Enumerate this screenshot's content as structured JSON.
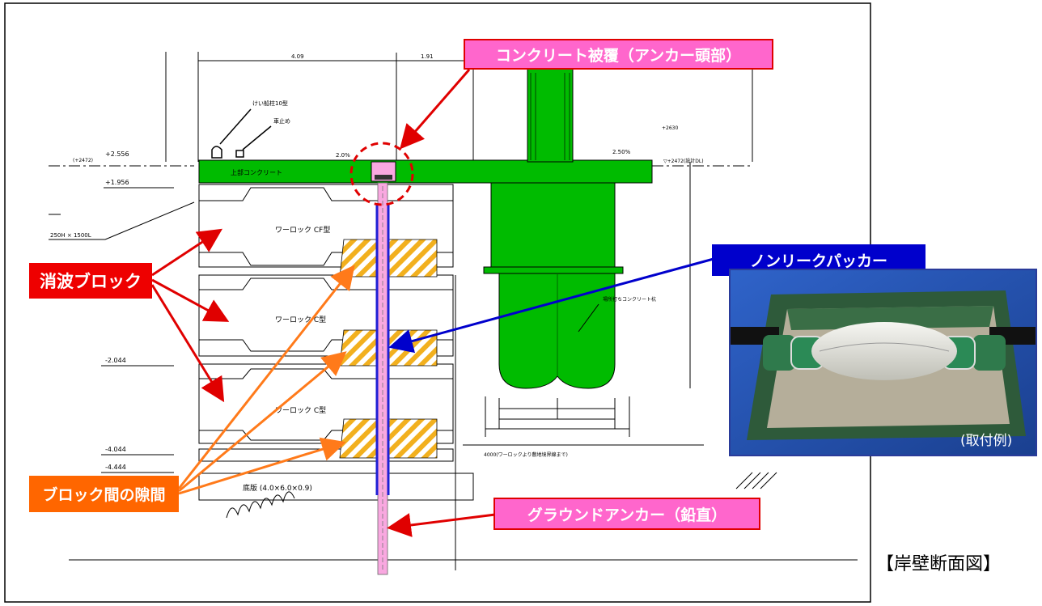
{
  "callouts": {
    "concrete_cover": "コンクリート被覆（アンカー頭部）",
    "non_leak_packer": "ノンリークパッカー",
    "wave_block": "消波ブロック",
    "block_gap": "ブロック間の隙間",
    "ground_anchor": "グラウンドアンカー（鉛直）"
  },
  "photo_caption": "(取付例)",
  "figure_caption": "【岸壁断面図】",
  "drawing": {
    "dims_top": [
      "4.09",
      "1.91"
    ],
    "levels": [
      "+2.556",
      "+1.956",
      "-2.044",
      "-4.044",
      "-4.444"
    ],
    "level_note": "(+2472)",
    "label_bollard": "けい船柱10型",
    "label_stopper": "車止め",
    "label_beam": "250H × 1500L",
    "label_upper_concrete": "上部コンクリート",
    "slope_left": "2.0%",
    "slope_right": "2.50%",
    "block_cf": "ワーロック CF型",
    "block_c1": "ワーロック C型",
    "block_c2": "ワーロック C型",
    "base_plate": "底版 (4.0×6.0×0.9)",
    "pile_note": "場所打ちコンクリート杭",
    "boundary_note": "4000(ワーロックより敷地境界線まで)",
    "right_level": "+2630",
    "right_plan": "▽+2472(設計DL)"
  }
}
